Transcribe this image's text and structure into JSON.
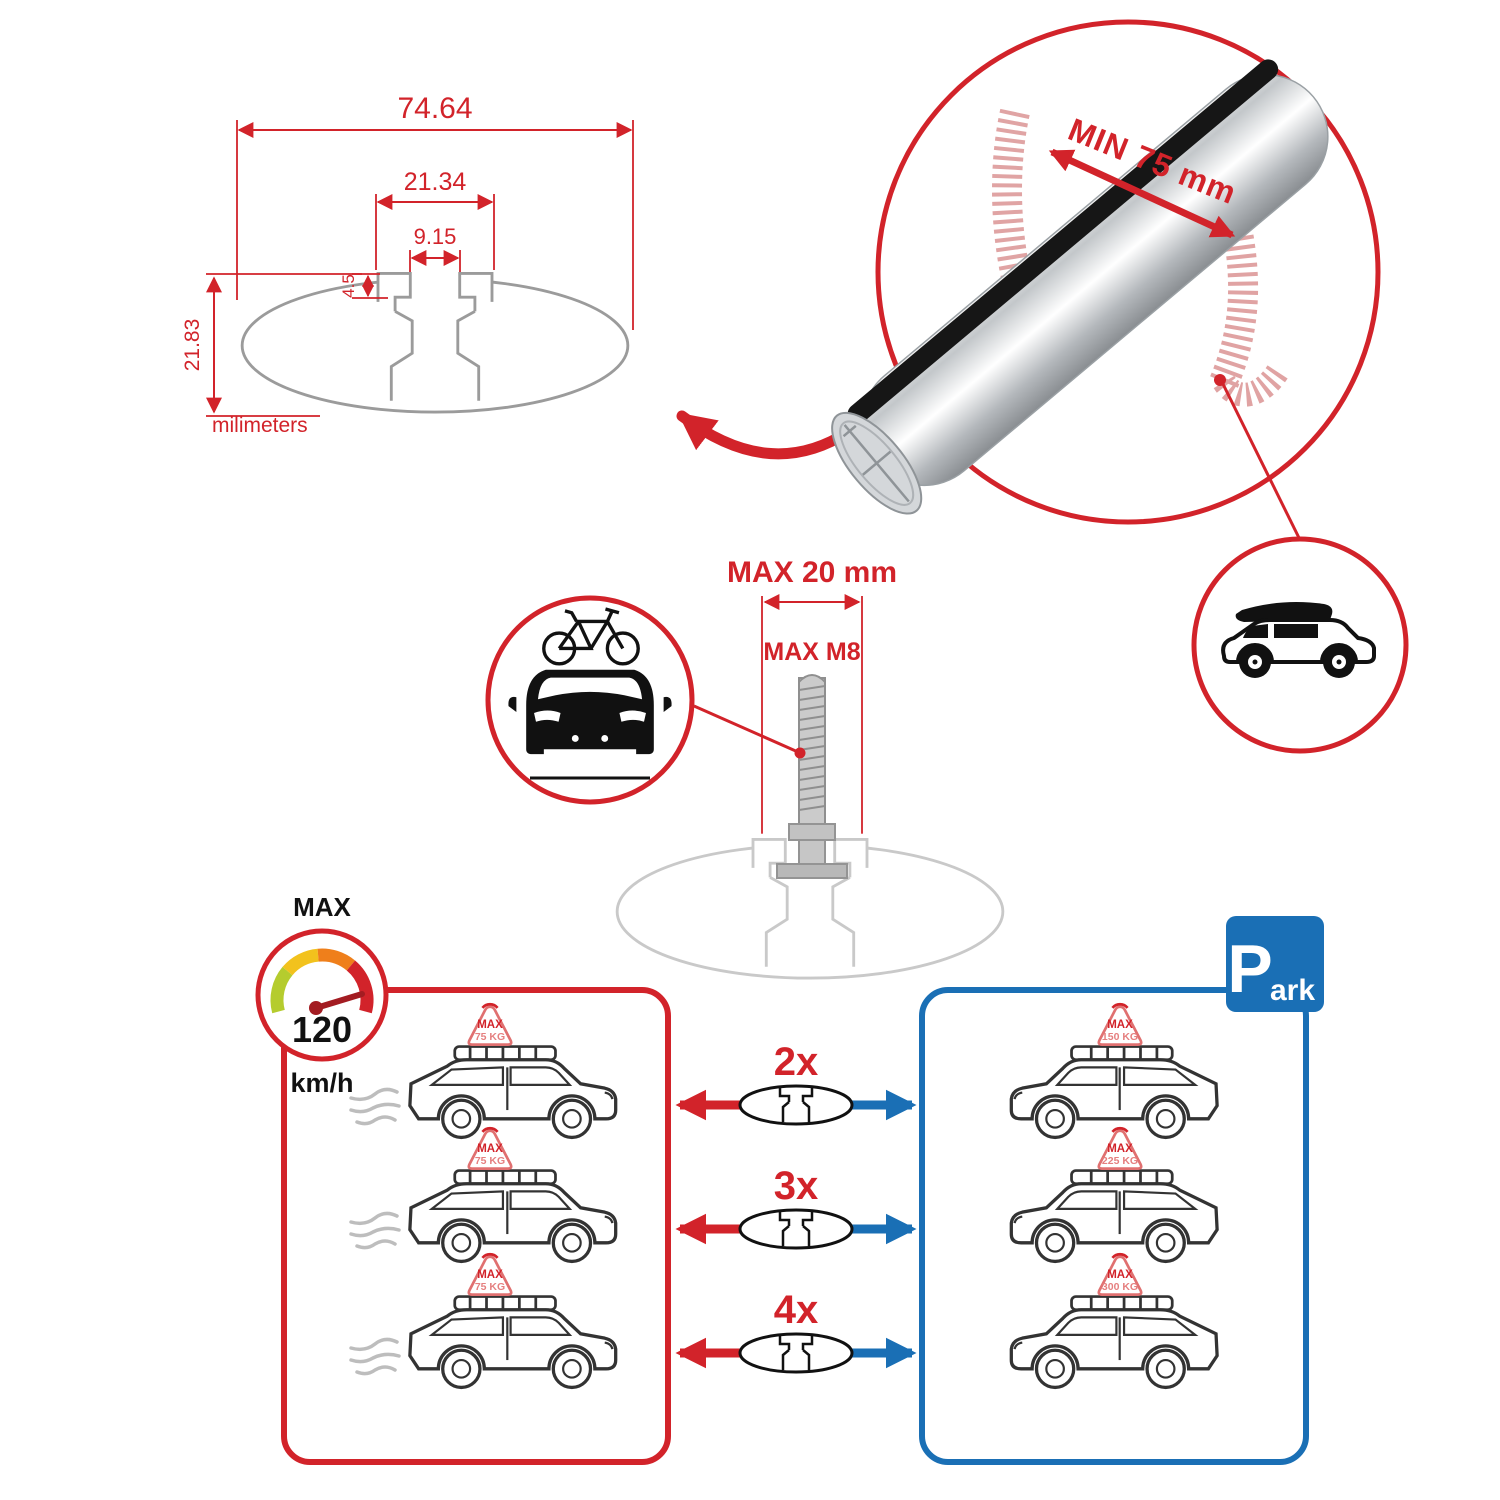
{
  "cross_section": {
    "dim_total_width": "74.64",
    "dim_outer_slot": "21.34",
    "dim_inner_slot": "9.15",
    "dim_lip_depth": "4.5",
    "dim_total_height": "21.83",
    "units": "milimeters"
  },
  "bar_callout": {
    "min_span": "MIN 75 mm"
  },
  "bolt": {
    "max_width": "MAX 20 mm",
    "max_thread": "MAX M8"
  },
  "speedometer": {
    "title": "MAX",
    "value": "120",
    "units": "km/h"
  },
  "parking": {
    "letter": "P",
    "rest": "ark"
  },
  "left_panel": {
    "cars": [
      {
        "load_title": "MAX",
        "load_value": "75 KG"
      },
      {
        "load_title": "MAX",
        "load_value": "75 KG"
      },
      {
        "load_title": "MAX",
        "load_value": "75 KG"
      }
    ]
  },
  "right_panel": {
    "cars": [
      {
        "load_title": "MAX",
        "load_value": "150 KG"
      },
      {
        "load_title": "MAX",
        "load_value": "225 KG"
      },
      {
        "load_title": "MAX",
        "load_value": "300 KG"
      }
    ]
  },
  "bar_counts": [
    {
      "label": "2x"
    },
    {
      "label": "3x"
    },
    {
      "label": "4x"
    }
  ],
  "colors": {
    "red": "#d2232a",
    "blue": "#1a6fb5",
    "pink": "#e07070",
    "metal_gray": "#c9cccf",
    "line_gray": "#9b9b9b",
    "black": "#111111"
  }
}
